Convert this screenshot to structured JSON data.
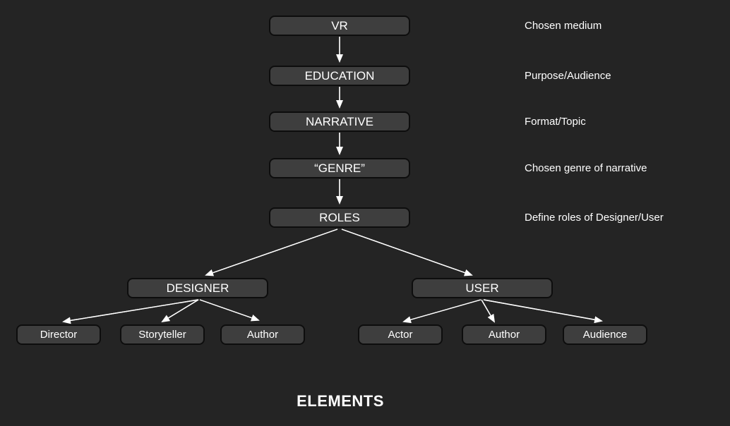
{
  "colors": {
    "background": "#242424",
    "node_fill": "#3e3e3e",
    "node_border": "#0d0d0d",
    "text": "#ffffff",
    "arrow": "#ffffff"
  },
  "diagram": {
    "chain": [
      {
        "label": "VR",
        "note": "Chosen medium"
      },
      {
        "label": "EDUCATION",
        "note": "Purpose/Audience"
      },
      {
        "label": "NARRATIVE",
        "note": "Format/Topic"
      },
      {
        "label": "“GENRE”",
        "note": "Chosen genre of narrative"
      },
      {
        "label": "ROLES",
        "note": "Define roles of Designer/User"
      }
    ],
    "designer": {
      "label": "DESIGNER",
      "children": [
        {
          "label": "Director"
        },
        {
          "label": "Storyteller"
        },
        {
          "label": "Author"
        }
      ]
    },
    "user": {
      "label": "USER",
      "children": [
        {
          "label": "Actor"
        },
        {
          "label": "Author"
        },
        {
          "label": "Audience"
        }
      ]
    },
    "footer_label": "ELEMENTS"
  }
}
